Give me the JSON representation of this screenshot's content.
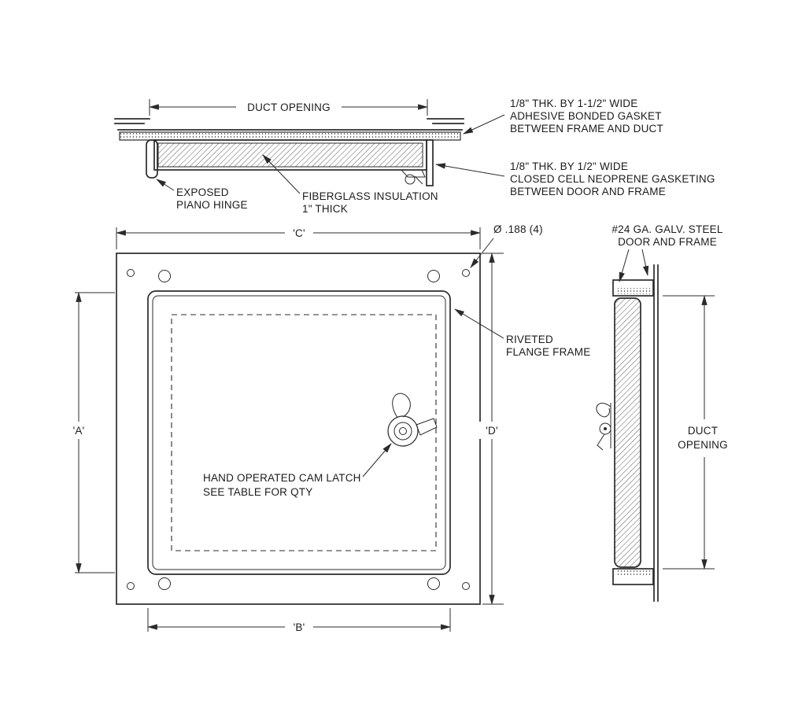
{
  "meta": {
    "title": "Duct access door technical drawing",
    "ink_color": "#2b2b2b",
    "background_color": "#ffffff"
  },
  "top_view": {
    "dim_duct_opening": "DUCT OPENING",
    "gasket_frame_duct": {
      "line1": "1/8\" THK. BY 1-1/2\" WIDE",
      "line2": "ADHESIVE BONDED GASKET",
      "line3": "BETWEEN FRAME AND DUCT"
    },
    "gasket_door_frame": {
      "line1": "1/8\" THK. BY 1/2\" WIDE",
      "line2": "CLOSED CELL NEOPRENE GASKETING",
      "line3": "BETWEEN DOOR AND FRAME"
    },
    "hinge": {
      "line1": "EXPOSED",
      "line2": "PIANO HINGE"
    },
    "insulation": {
      "line1": "FIBERGLASS INSULATION",
      "line2": "1\" THICK"
    }
  },
  "front_view": {
    "dim_c": "'C'",
    "dim_a": "'A'",
    "dim_d": "'D'",
    "dim_b": "'B'",
    "hole_callout": "Ø .188 (4)",
    "frame_callout": {
      "line1": "RIVETED",
      "line2": "FLANGE FRAME"
    },
    "latch_callout": {
      "line1": "HAND OPERATED CAM LATCH",
      "line2": "SEE TABLE FOR QTY"
    }
  },
  "side_view": {
    "material_callout": {
      "line1": "#24 GA. GALV. STEEL",
      "line2": "DOOR AND FRAME"
    },
    "dim_duct_opening": {
      "line1": "DUCT",
      "line2": "OPENING"
    }
  }
}
